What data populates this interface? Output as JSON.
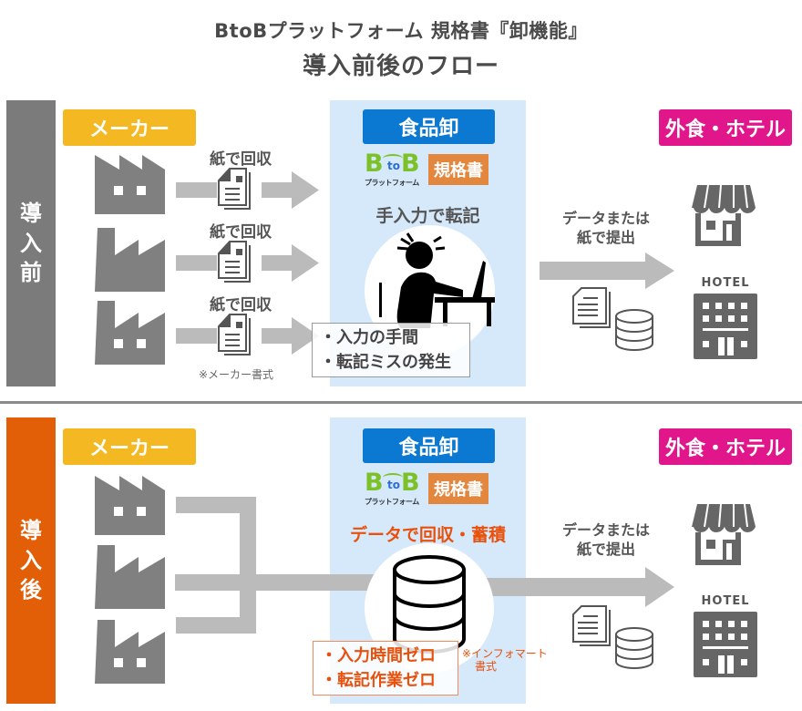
{
  "header": {
    "title": "BtoBプラットフォーム 規格書『卸機能』",
    "subtitle": "導入前後のフロー"
  },
  "colors": {
    "maker": "#f3b822",
    "wholesale": "#0b78d2",
    "hotel": "#e0168a",
    "before_bar": "#7b7b7b",
    "after_bar": "#e35f07",
    "panel": "#d5e9fb",
    "arrow": "#bbbbbb",
    "icon_gray": "#808080",
    "btob_green": "#7cc128",
    "spec_orange": "#e4873e",
    "highlight_orange": "#e8500c"
  },
  "before": {
    "side_label": [
      "導",
      "入",
      "前"
    ],
    "maker_label": "メーカー",
    "paper_captions": [
      "紙で回収",
      "紙で回収",
      "紙で回収"
    ],
    "maker_format_note": "※メーカー書式",
    "wholesale_label": "食品卸",
    "btob_logo": {
      "left": "B",
      "middle": "to",
      "right": "B",
      "sub": "プラットフォーム"
    },
    "spec_badge": "規格書",
    "center_caption": "手入力で転記",
    "issues": [
      "・入力の手間",
      "・転記ミスの発生"
    ],
    "submit_caption": [
      "データまたは",
      "紙で提出"
    ],
    "customer_label": "外食・ホテル",
    "hotel_text": "HOTEL"
  },
  "after": {
    "side_label": [
      "導",
      "入",
      "後"
    ],
    "maker_label": "メーカー",
    "wholesale_label": "食品卸",
    "btob_logo": {
      "left": "B",
      "middle": "to",
      "right": "B",
      "sub": "プラットフォーム"
    },
    "spec_badge": "規格書",
    "center_caption": "データで回収・蓄積",
    "benefits": [
      "・入力時間ゼロ",
      "・転記作業ゼロ"
    ],
    "format_note": [
      "※インフォマート",
      "書式"
    ],
    "submit_caption": [
      "データまたは",
      "紙で提出"
    ],
    "customer_label": "外食・ホテル",
    "hotel_text": "HOTEL"
  }
}
